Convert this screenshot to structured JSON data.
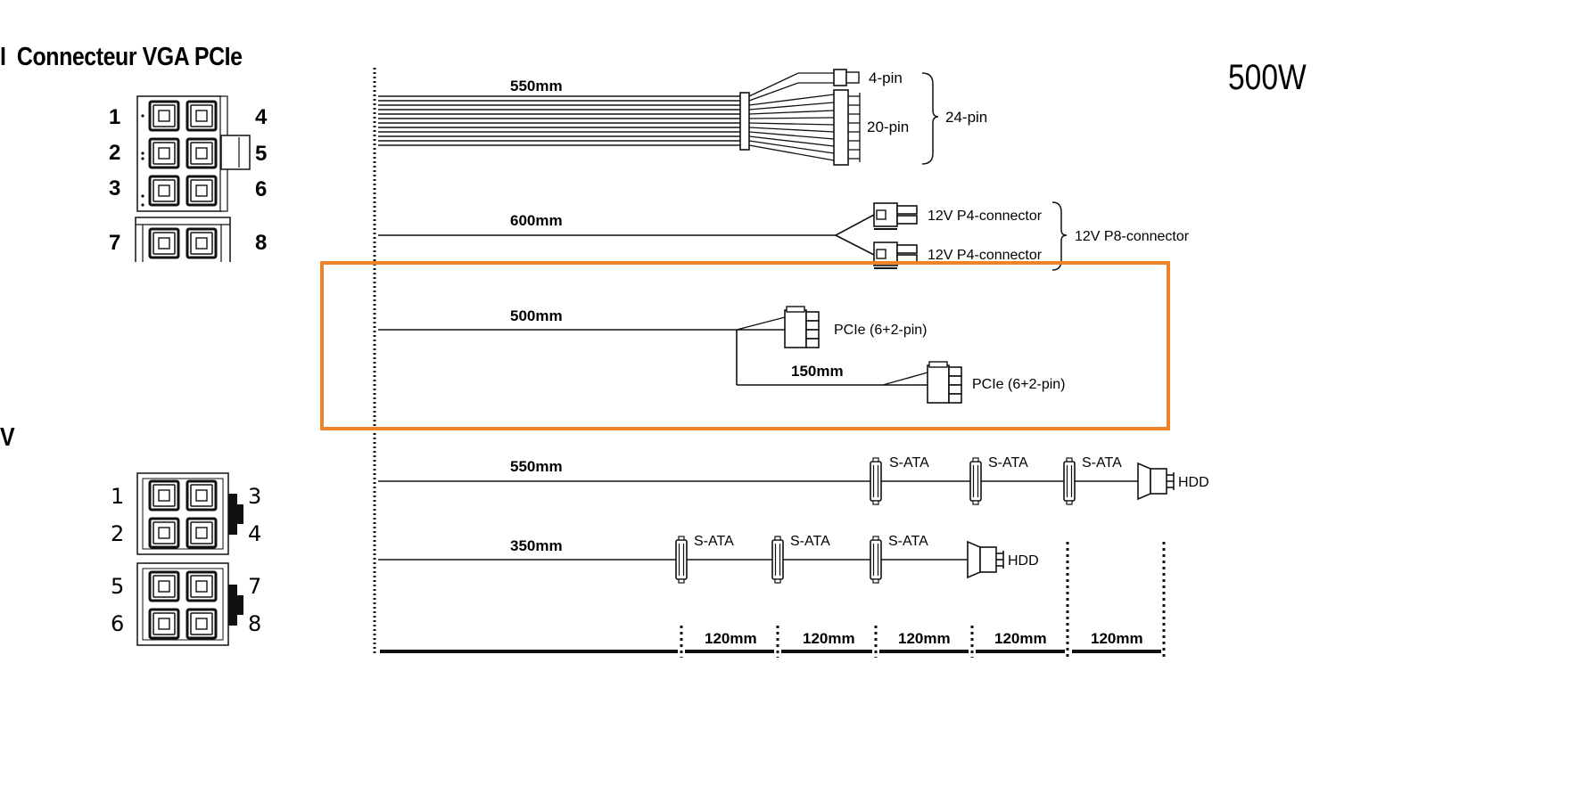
{
  "header_pcie": {
    "marker": "I",
    "title": "Connecteur VGA PCIe"
  },
  "header_cpu": {
    "marker": "V"
  },
  "wattage": "500W",
  "pcie_pinout": {
    "pins": [
      "1",
      "2",
      "3",
      "4",
      "5",
      "6",
      "7",
      "8"
    ]
  },
  "cpu_pinout": {
    "pins": [
      "1",
      "2",
      "3",
      "4",
      "5",
      "6",
      "7",
      "8"
    ]
  },
  "cables": {
    "atx": {
      "length": "550mm",
      "label_4pin": "4-pin",
      "label_20pin": "20-pin",
      "label_total": "24-pin"
    },
    "eps": {
      "length": "600mm",
      "label_a": "12V P4-connector",
      "label_b": "12V P4-connector",
      "label_total": "12V P8-connector"
    },
    "pcie": {
      "length": "500mm",
      "label_a": "PCIe (6+2-pin)",
      "branch_length": "150mm",
      "label_b": "PCIe (6+2-pin)"
    },
    "sata1": {
      "length": "550mm",
      "labels": [
        "S-ATA",
        "S-ATA",
        "S-ATA"
      ],
      "hdd": "HDD"
    },
    "sata2": {
      "length": "350mm",
      "labels": [
        "S-ATA",
        "S-ATA",
        "S-ATA"
      ],
      "hdd": "HDD"
    }
  },
  "spacing": {
    "segments": [
      "120mm",
      "120mm",
      "120mm",
      "120mm",
      "120mm"
    ]
  },
  "colors": {
    "highlight": "#f08228",
    "line": "#111111"
  }
}
